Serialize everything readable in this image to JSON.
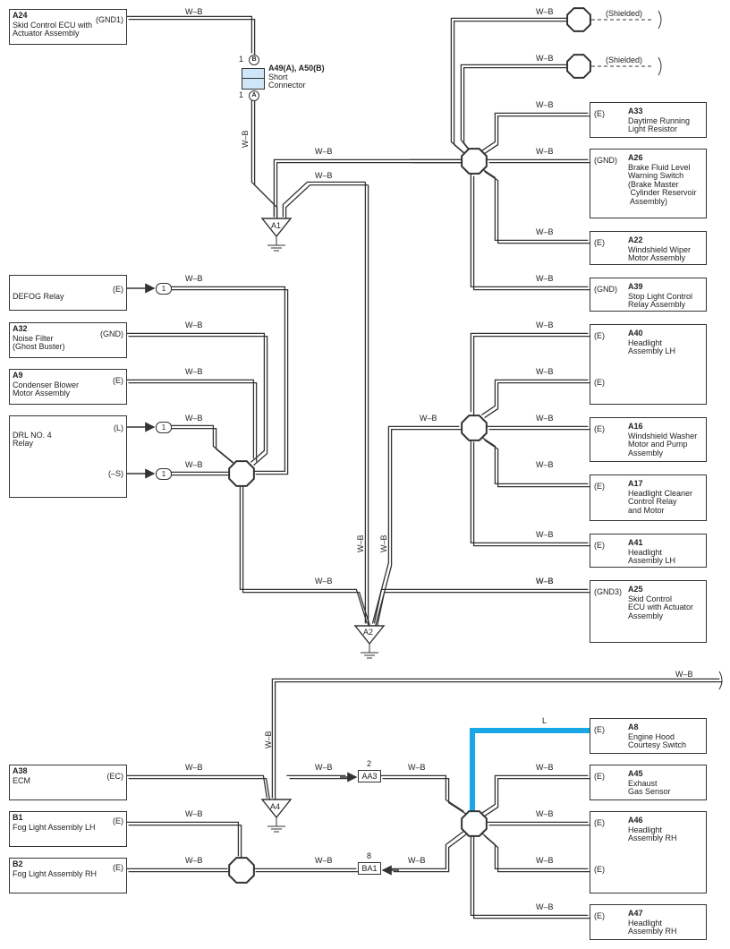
{
  "wire_color_white_black": "W–B",
  "wire_color_blue": "L",
  "shielded_label": "(Shielded)",
  "colors": {
    "highlight_wire": "#1aa7e6",
    "wire": "#333333",
    "connector_fill": "#cfe6f8"
  },
  "components": {
    "a24": {
      "code": "A24",
      "name": "Skid Control ECU with\nActuator Assembly",
      "pin": "(GND1)"
    },
    "a49": {
      "code": "A49(A), A50(B)",
      "name": "Short\nConnector",
      "pin_b": "B",
      "pin_a": "A",
      "pin_num_b": "1",
      "pin_num_a": "1"
    },
    "a33": {
      "code": "A33",
      "name": "Daytime Running\nLight Resistor",
      "pin": "(E)"
    },
    "a26": {
      "code": "A26",
      "name": "Brake Fluid Level\nWarning Switch\n(Brake Master\n Cylinder Reservoir\n Assembly)",
      "pin": "(GND)"
    },
    "a22": {
      "code": "A22",
      "name": "Windshield Wiper\nMotor Assembly",
      "pin": "(E)"
    },
    "a39": {
      "code": "A39",
      "name": "Stop Light Control\nRelay Assembly",
      "pin": "(GND)"
    },
    "defog": {
      "name": "DEFOG Relay",
      "pin": "(E)"
    },
    "a32": {
      "code": "A32",
      "name": "Noise Filter\n(Ghost Buster)",
      "pin": "(GND)"
    },
    "a9": {
      "code": "A9",
      "name": "Condenser Blower\nMotor Assembly",
      "pin": "(E)"
    },
    "drl": {
      "name": "DRL NO. 4\nRelay",
      "pin_l": "(L)",
      "pin_s": "(–S)"
    },
    "a40": {
      "code": "A40",
      "name": "Headlight\nAssembly LH",
      "pin1": "(E)",
      "pin2": "(E)"
    },
    "a16": {
      "code": "A16",
      "name": "Windshield Washer\nMotor and Pump\nAssembly",
      "pin": "(E)"
    },
    "a17": {
      "code": "A17",
      "name": "Headlight Cleaner\nControl Relay\nand Motor",
      "pin": "(E)"
    },
    "a41": {
      "code": "A41",
      "name": "Headlight\nAssembly LH",
      "pin": "(E)"
    },
    "a25": {
      "code": "A25",
      "name": "Skid Control\nECU with Actuator\nAssembly",
      "pin": "(GND3)"
    },
    "a38": {
      "code": "A38",
      "name": "ECM",
      "pin": "(EC)"
    },
    "b1": {
      "code": "B1",
      "name": "Fog Light Assembly LH",
      "pin": "(E)"
    },
    "b2": {
      "code": "B2",
      "name": "Fog Light Assembly RH",
      "pin": "(E)"
    },
    "a8": {
      "code": "A8",
      "name": "Engine Hood\nCourtesy Switch",
      "pin": "(E)"
    },
    "a45": {
      "code": "A45",
      "name": "Exhaust\nGas Sensor",
      "pin": "(E)"
    },
    "a46": {
      "code": "A46",
      "name": "Headlight\nAssembly RH",
      "pin1": "(E)",
      "pin2": "(E)"
    },
    "a47": {
      "code": "A47",
      "name": "Headlight\nAssembly RH",
      "pin": "(E)"
    }
  },
  "grounds": {
    "a1": "A1",
    "a2": "A2",
    "a4": "A4"
  },
  "connectors": {
    "aa3": {
      "name": "AA3",
      "pin": "2"
    },
    "ba1": {
      "name": "BA1",
      "pin": "8"
    },
    "junction_pin": "1"
  }
}
